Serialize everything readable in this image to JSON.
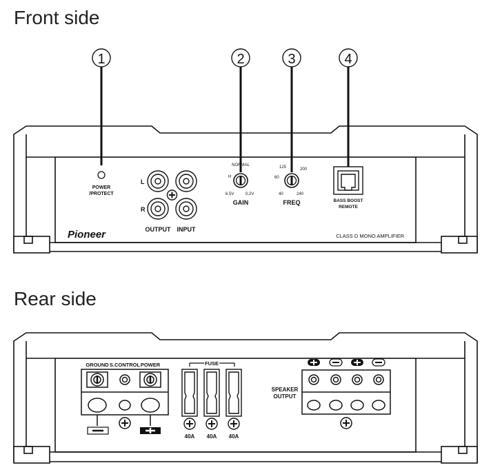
{
  "front": {
    "title": "Front side",
    "callouts": [
      "1",
      "2",
      "3",
      "4"
    ],
    "power_protect": [
      "POWER",
      "/PROTECT"
    ],
    "rca": {
      "left": "L",
      "right": "R",
      "output": "OUTPUT",
      "input": "INPUT"
    },
    "gain": {
      "label": "GAIN",
      "normal": "NORMAL",
      "h": "H",
      "low": "6.5V",
      "high": "0.2V"
    },
    "freq": {
      "label": "FREQ",
      "t1": "125",
      "t2": "200",
      "t3": "60",
      "t4": "40",
      "t5": "240"
    },
    "remote": [
      "BASS BOOST",
      "REMOTE"
    ],
    "brand": "Pioneer",
    "model": "CLASS D MONO AMPLIFIER"
  },
  "rear": {
    "title": "Rear side",
    "ground": "GROUND",
    "s_control": "S.CONTROL",
    "power": "POWER",
    "fuse": "FUSE",
    "fuse_ratings": [
      "40A",
      "40A",
      "40A"
    ],
    "speaker_output": [
      "SPEAKER",
      "OUTPUT"
    ]
  }
}
